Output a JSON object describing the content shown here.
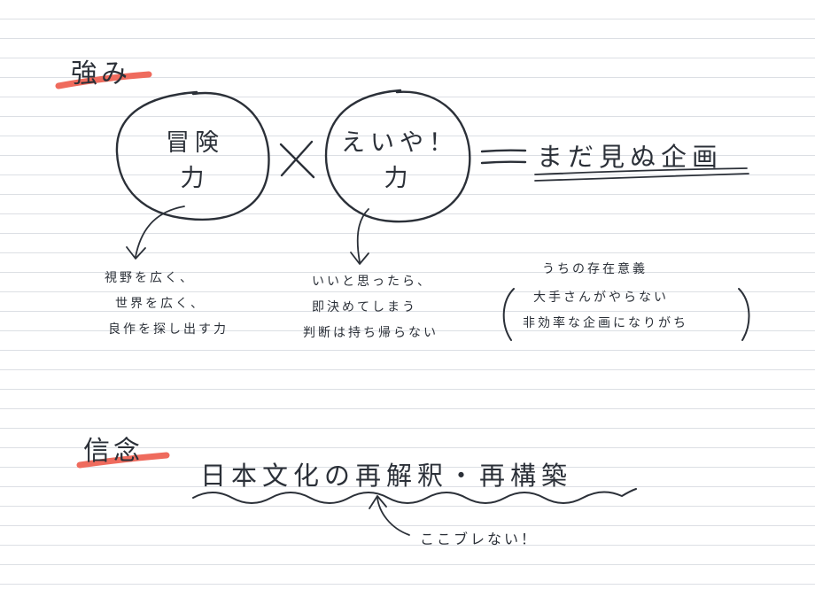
{
  "strengths": {
    "heading": "強み",
    "circle_left": [
      "冒険",
      "力"
    ],
    "times_symbol": "×",
    "circle_right": [
      "えいや！",
      "力"
    ],
    "equals_symbol": "＝",
    "result": "まだ見ぬ企画",
    "note_left": [
      "視野を広く、",
      "世界を広く、",
      "良作を探し出す力"
    ],
    "note_middle": [
      "いいと思ったら、",
      "即決めてしまう",
      "判断は持ち帰らない"
    ],
    "note_right_title": "うちの存在意義",
    "note_right": [
      "大手さんがやらない",
      "非効率な企画になりがち"
    ]
  },
  "belief": {
    "heading": "信念",
    "statement": "日本文化の再解釈・再構築",
    "note": "ここブレない！"
  },
  "colors": {
    "ink": "#2b3038",
    "highlight": "#ef6b5d",
    "rule": "#dcdfe4"
  }
}
